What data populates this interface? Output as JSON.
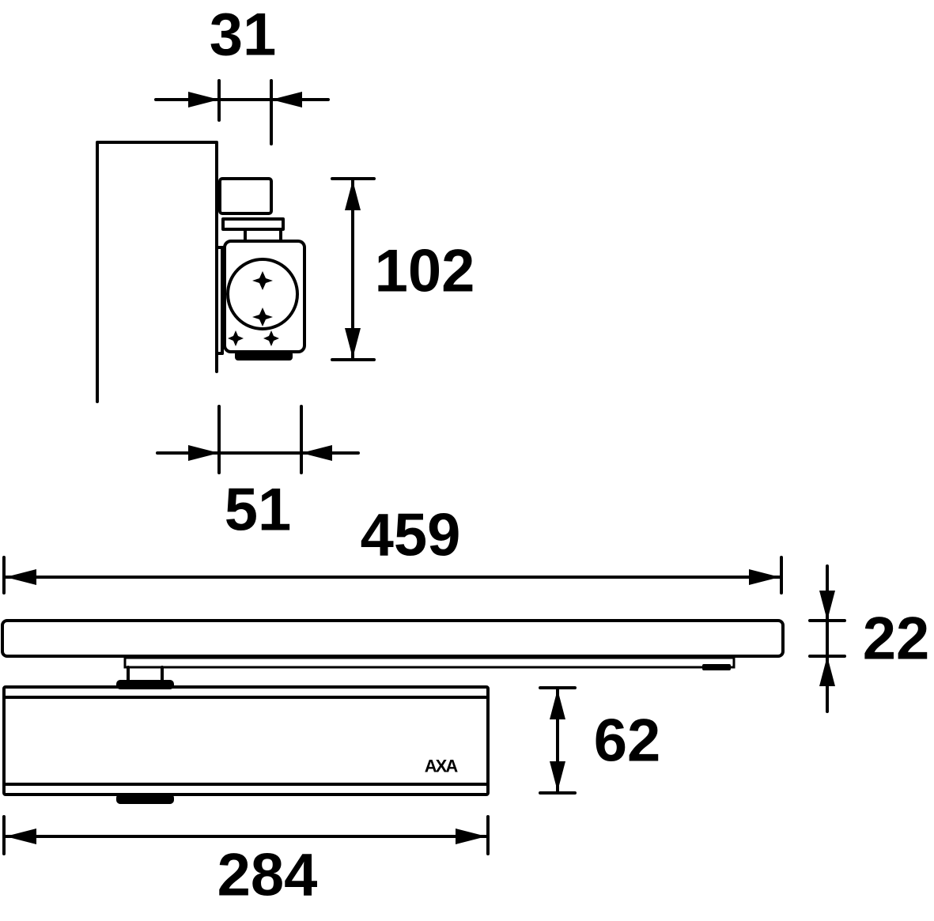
{
  "dimensions": {
    "bracket_depth": "31",
    "body_height_side": "102",
    "body_depth": "51",
    "rail_length": "459",
    "rail_height": "22",
    "body_height": "62",
    "body_length": "284"
  },
  "brand_logo": "AXA"
}
